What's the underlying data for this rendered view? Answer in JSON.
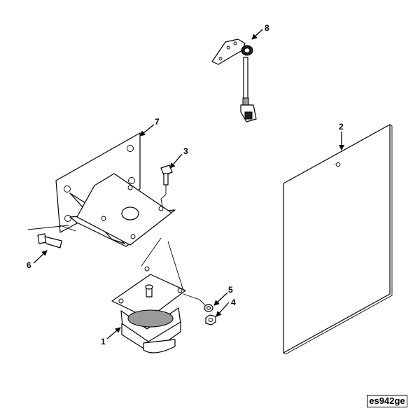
{
  "figure_id": "es942ge",
  "callouts": [
    {
      "label": "1"
    },
    {
      "label": "2"
    },
    {
      "label": "3"
    },
    {
      "label": "4"
    },
    {
      "label": "5"
    },
    {
      "label": "6"
    },
    {
      "label": "7"
    },
    {
      "label": "8"
    }
  ]
}
